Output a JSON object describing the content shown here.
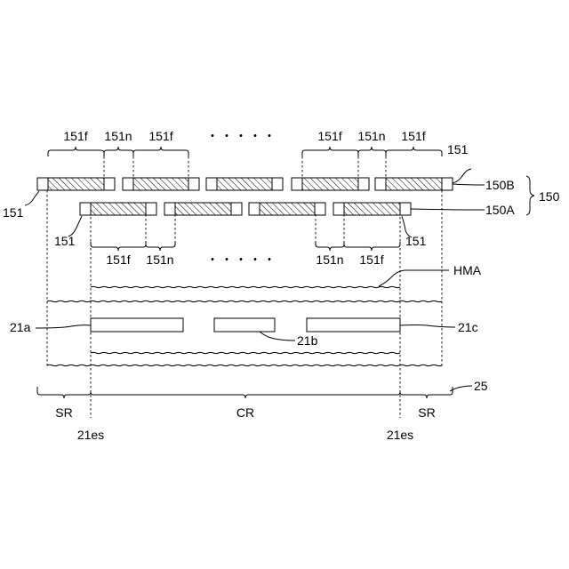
{
  "labels": {
    "top_151f_1": "151f",
    "top_151n_1": "151n",
    "top_151f_2": "151f",
    "top_dots": "・・・・・",
    "top_151f_3": "151f",
    "top_151n_2": "151n",
    "top_151f_4": "151f",
    "ref_151_top_right": "151",
    "ref_150B": "150B",
    "ref_150": "150",
    "ref_150A": "150A",
    "ref_151_left_top": "151",
    "ref_151_left_bottom": "151",
    "ref_151_right_bottom": "151",
    "bot_151f_1": "151f",
    "bot_151n_1": "151n",
    "bot_dots": "・・・・・",
    "bot_151n_2": "151n",
    "bot_151f_2": "151f",
    "ref_HMA": "HMA",
    "ref_21a": "21a",
    "ref_21b": "21b",
    "ref_21c": "21c",
    "ref_25": "25",
    "region_SR_left": "SR",
    "region_CR": "CR",
    "region_SR_right": "SR",
    "ref_21es_left": "21es",
    "ref_21es_right": "21es"
  }
}
